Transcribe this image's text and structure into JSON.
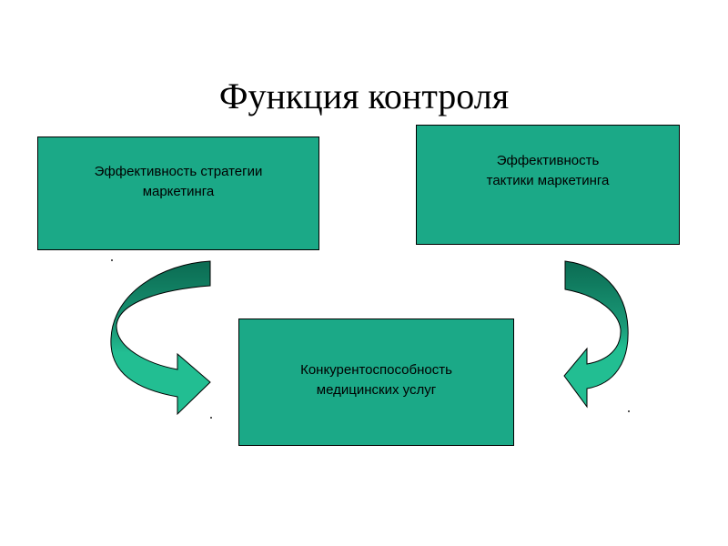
{
  "title": "Функция контроля",
  "boxes": {
    "strategy": "Эффективность стратегии\nмаркетинга",
    "tactics": "Эффективность\nтактики маркетинга",
    "competitiveness": "Конкурентоспособность\nмедицинских услуг"
  },
  "colors": {
    "box_fill": "#1BA987",
    "arrow_fill": "#20B88E",
    "arrow_dark": "#0B6B52",
    "border": "#000000"
  },
  "icons": {
    "left_arrow": "curved-arrow-right",
    "right_arrow": "curved-arrow-left"
  }
}
